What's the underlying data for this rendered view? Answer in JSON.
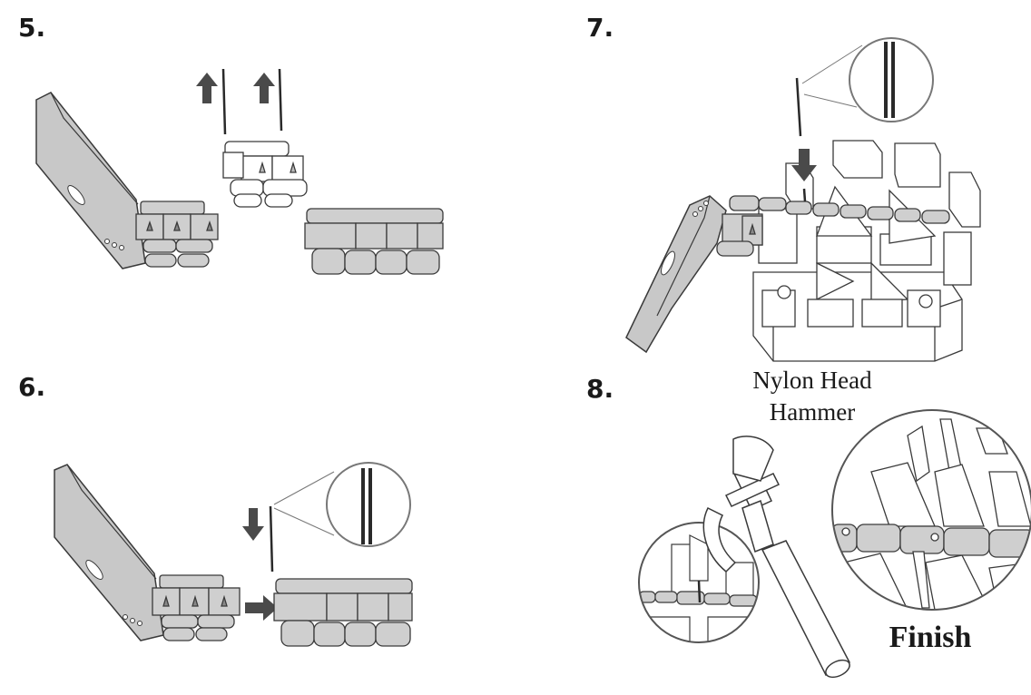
{
  "steps": [
    {
      "number": "5."
    },
    {
      "number": "6."
    },
    {
      "number": "7."
    },
    {
      "number": "8."
    }
  ],
  "tool": {
    "line1": "Nylon Head",
    "line2": "Hammer"
  },
  "result": {
    "label": "Finish"
  },
  "colors": {
    "link_fill": "#cfcfcf",
    "outline": "#3a3a3a",
    "arrow": "#4a4a4a",
    "pin": "#2a2a2a",
    "background": "#ffffff"
  },
  "icons": [
    "arrow-up-icon",
    "arrow-down-icon",
    "arrow-right-icon",
    "magnifier-circle-icon",
    "hammer-icon"
  ]
}
